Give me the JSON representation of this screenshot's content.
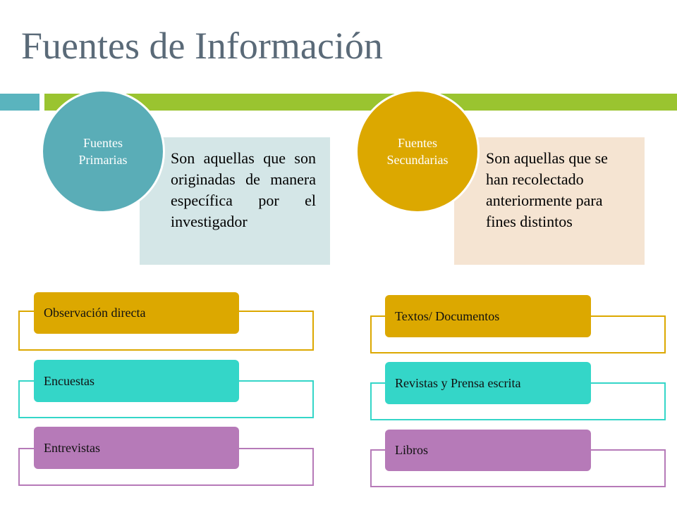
{
  "title": "Fuentes de Información",
  "colors": {
    "title": "#5a6a78",
    "accent_teal_bar": "#5ab4be",
    "accent_green_bar": "#9ac430",
    "primary_circle": "#5aadb7",
    "secondary_circle": "#dca800",
    "primary_box": "#d4e6e7",
    "secondary_box": "#f5e4d2",
    "gold": "#dca800",
    "teal": "#34d6c8",
    "purple": "#b67ab8"
  },
  "primary": {
    "circle_line1": "Fuentes",
    "circle_line2": "Primarias",
    "description": "Son aquellas que son originadas de manera específica por el investigador",
    "items": [
      "Observación directa",
      "Encuestas",
      "Entrevistas"
    ]
  },
  "secondary": {
    "circle_line1": "Fuentes",
    "circle_line2": "Secundarias",
    "description": "Son aquellas que se han recolectado anteriormente para fines distintos",
    "items": [
      "Textos/ Documentos",
      "Revistas y Prensa escrita",
      "Libros"
    ]
  }
}
